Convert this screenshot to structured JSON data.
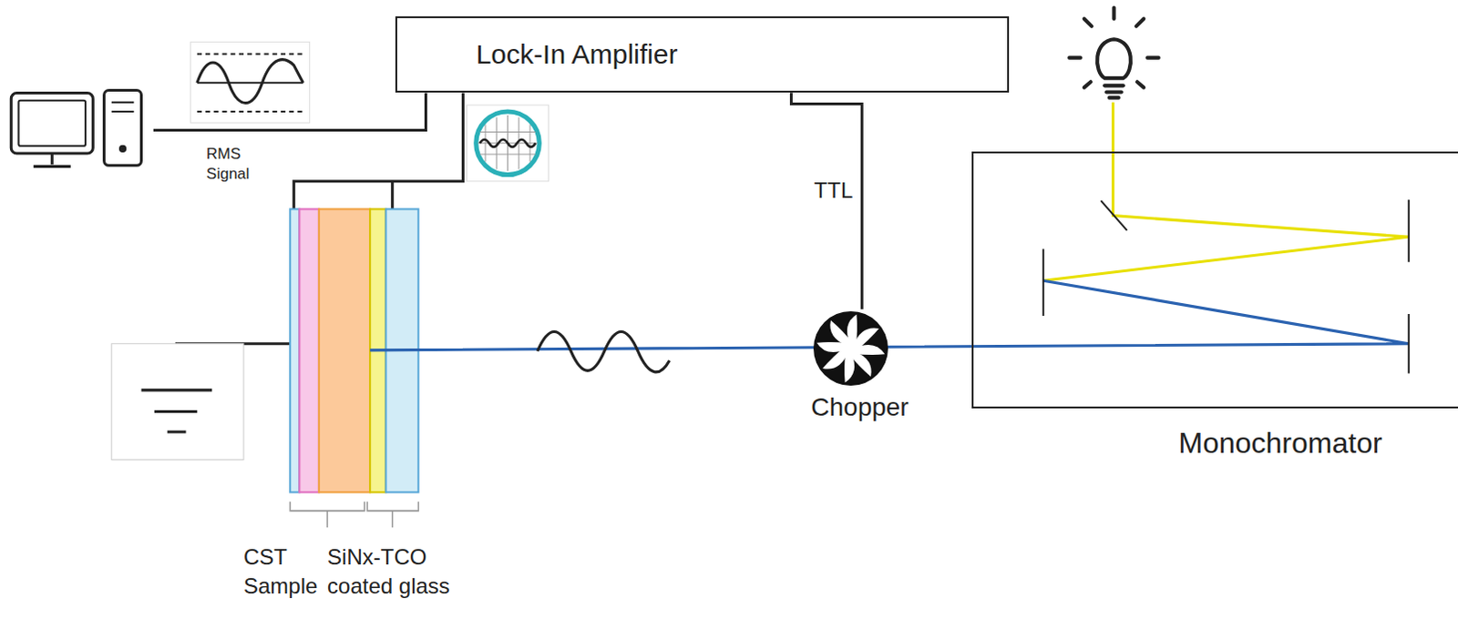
{
  "diagram": {
    "nodes": [
      {
        "text": [
          "Lock-In Amplifier"
        ]
      },
      {
        "text": [
          "Chopper"
        ]
      },
      {
        "text": [
          "Monochromator"
        ]
      }
    ],
    "edges": [
      {
        "from": 0,
        "to": 1,
        "arrow": "none",
        "label": "TTL"
      }
    ],
    "labels": [
      "RMS Signal",
      "CST Sample",
      "SiNx-TCO coated glass"
    ]
  }
}
